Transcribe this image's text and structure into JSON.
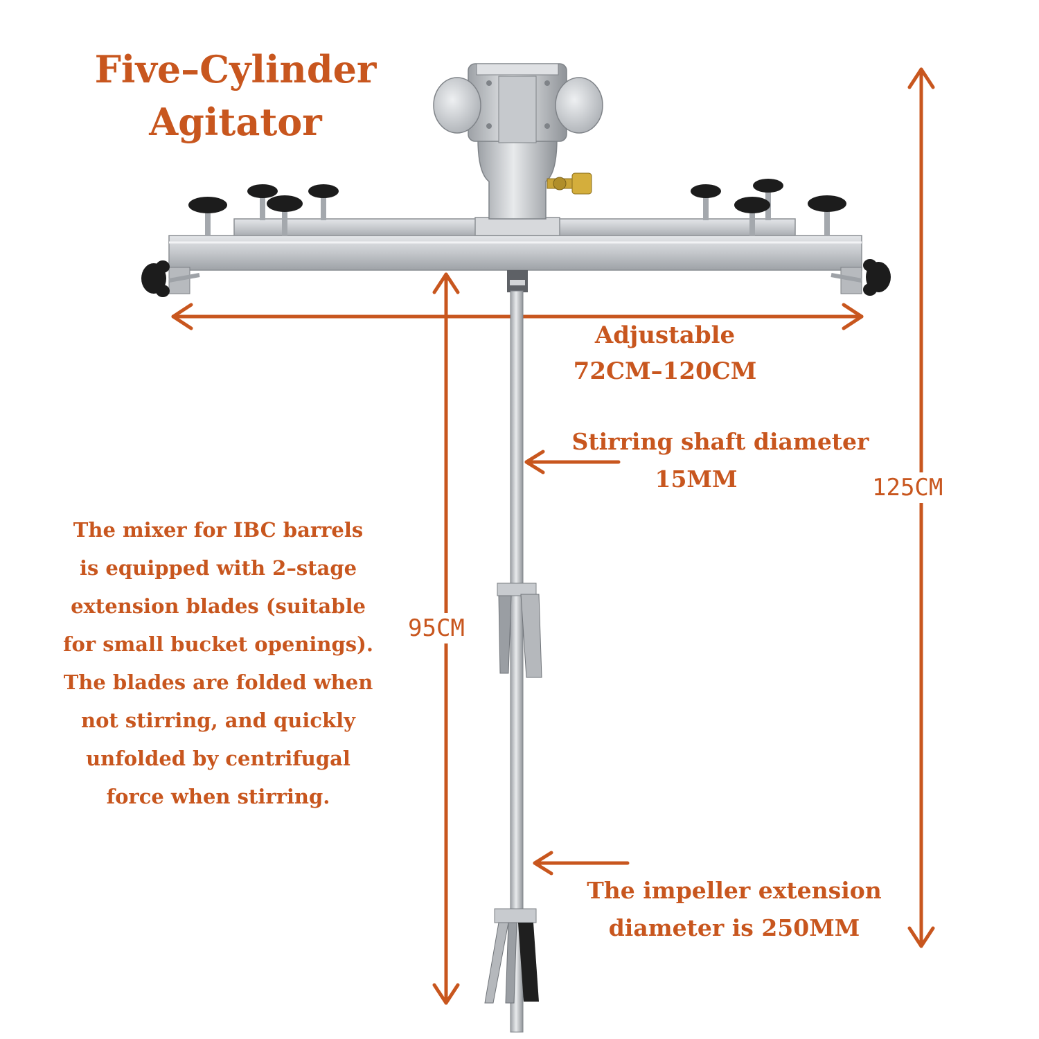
{
  "title_line1": "Five–Cylinder",
  "title_line2": "Agitator",
  "adjustable_line1": "Adjustable",
  "adjustable_line2": "72CM–120CM",
  "shaft_line1": "Stirring shaft diameter",
  "shaft_line2": "15MM",
  "height_total": "125CM",
  "height_shaft": "95CM",
  "description_lines": [
    "The mixer for IBC barrels",
    "is equipped with 2–stage",
    "extension blades (suitable",
    "for small bucket openings).",
    "The blades are folded when",
    "not stirring, and quickly",
    "unfolded by centrifugal",
    "force when stirring."
  ],
  "impeller_line1": "The impeller extension",
  "impeller_line2": "diameter is 250MM",
  "colors": {
    "annotation": "#c8561e",
    "metal": "#c9ccd0",
    "knob": "#1c1c1c"
  }
}
